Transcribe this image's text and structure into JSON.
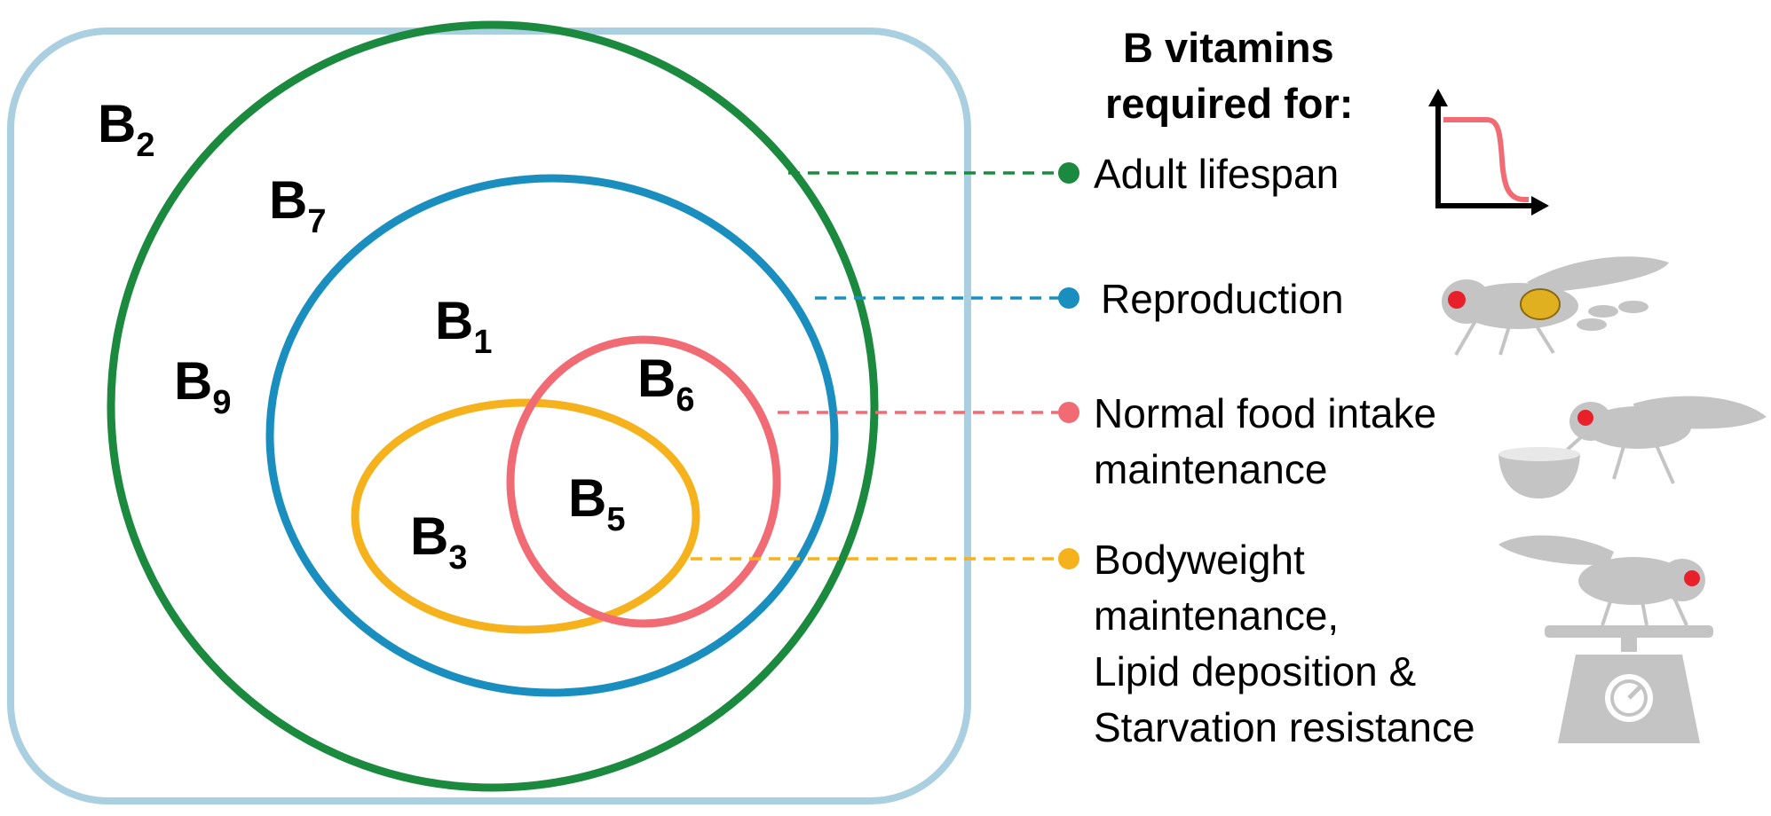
{
  "colors": {
    "frame": "#a9cfe0",
    "lifespan": "#1b8a3e",
    "reproduction": "#1a8fbf",
    "food_intake": "#f06b73",
    "bodyweight": "#f5b21d",
    "fly_body": "#c4c4c4",
    "fly_eye": "#e8202a",
    "ovary": "#e0b020"
  },
  "legend_title_lines": [
    "B vitamins",
    "required for:"
  ],
  "requirements": [
    {
      "id": "lifespan",
      "label_lines": [
        "Adult lifespan"
      ],
      "icon": "survival-curve-icon"
    },
    {
      "id": "reproduction",
      "label_lines": [
        "Reproduction"
      ],
      "icon": "fly-with-eggs-icon"
    },
    {
      "id": "food_intake",
      "label_lines": [
        "Normal food intake",
        "maintenance"
      ],
      "icon": "fly-feeding-icon"
    },
    {
      "id": "bodyweight",
      "label_lines": [
        "Bodyweight",
        "maintenance,",
        "Lipid deposition &",
        "Starvation resistance"
      ],
      "icon": "fly-on-scale-icon"
    }
  ],
  "vitamins": [
    {
      "base": "B",
      "sub": "2"
    },
    {
      "base": "B",
      "sub": "7"
    },
    {
      "base": "B",
      "sub": "9"
    },
    {
      "base": "B",
      "sub": "1"
    },
    {
      "base": "B",
      "sub": "6"
    },
    {
      "base": "B",
      "sub": "5"
    },
    {
      "base": "B",
      "sub": "3"
    }
  ]
}
